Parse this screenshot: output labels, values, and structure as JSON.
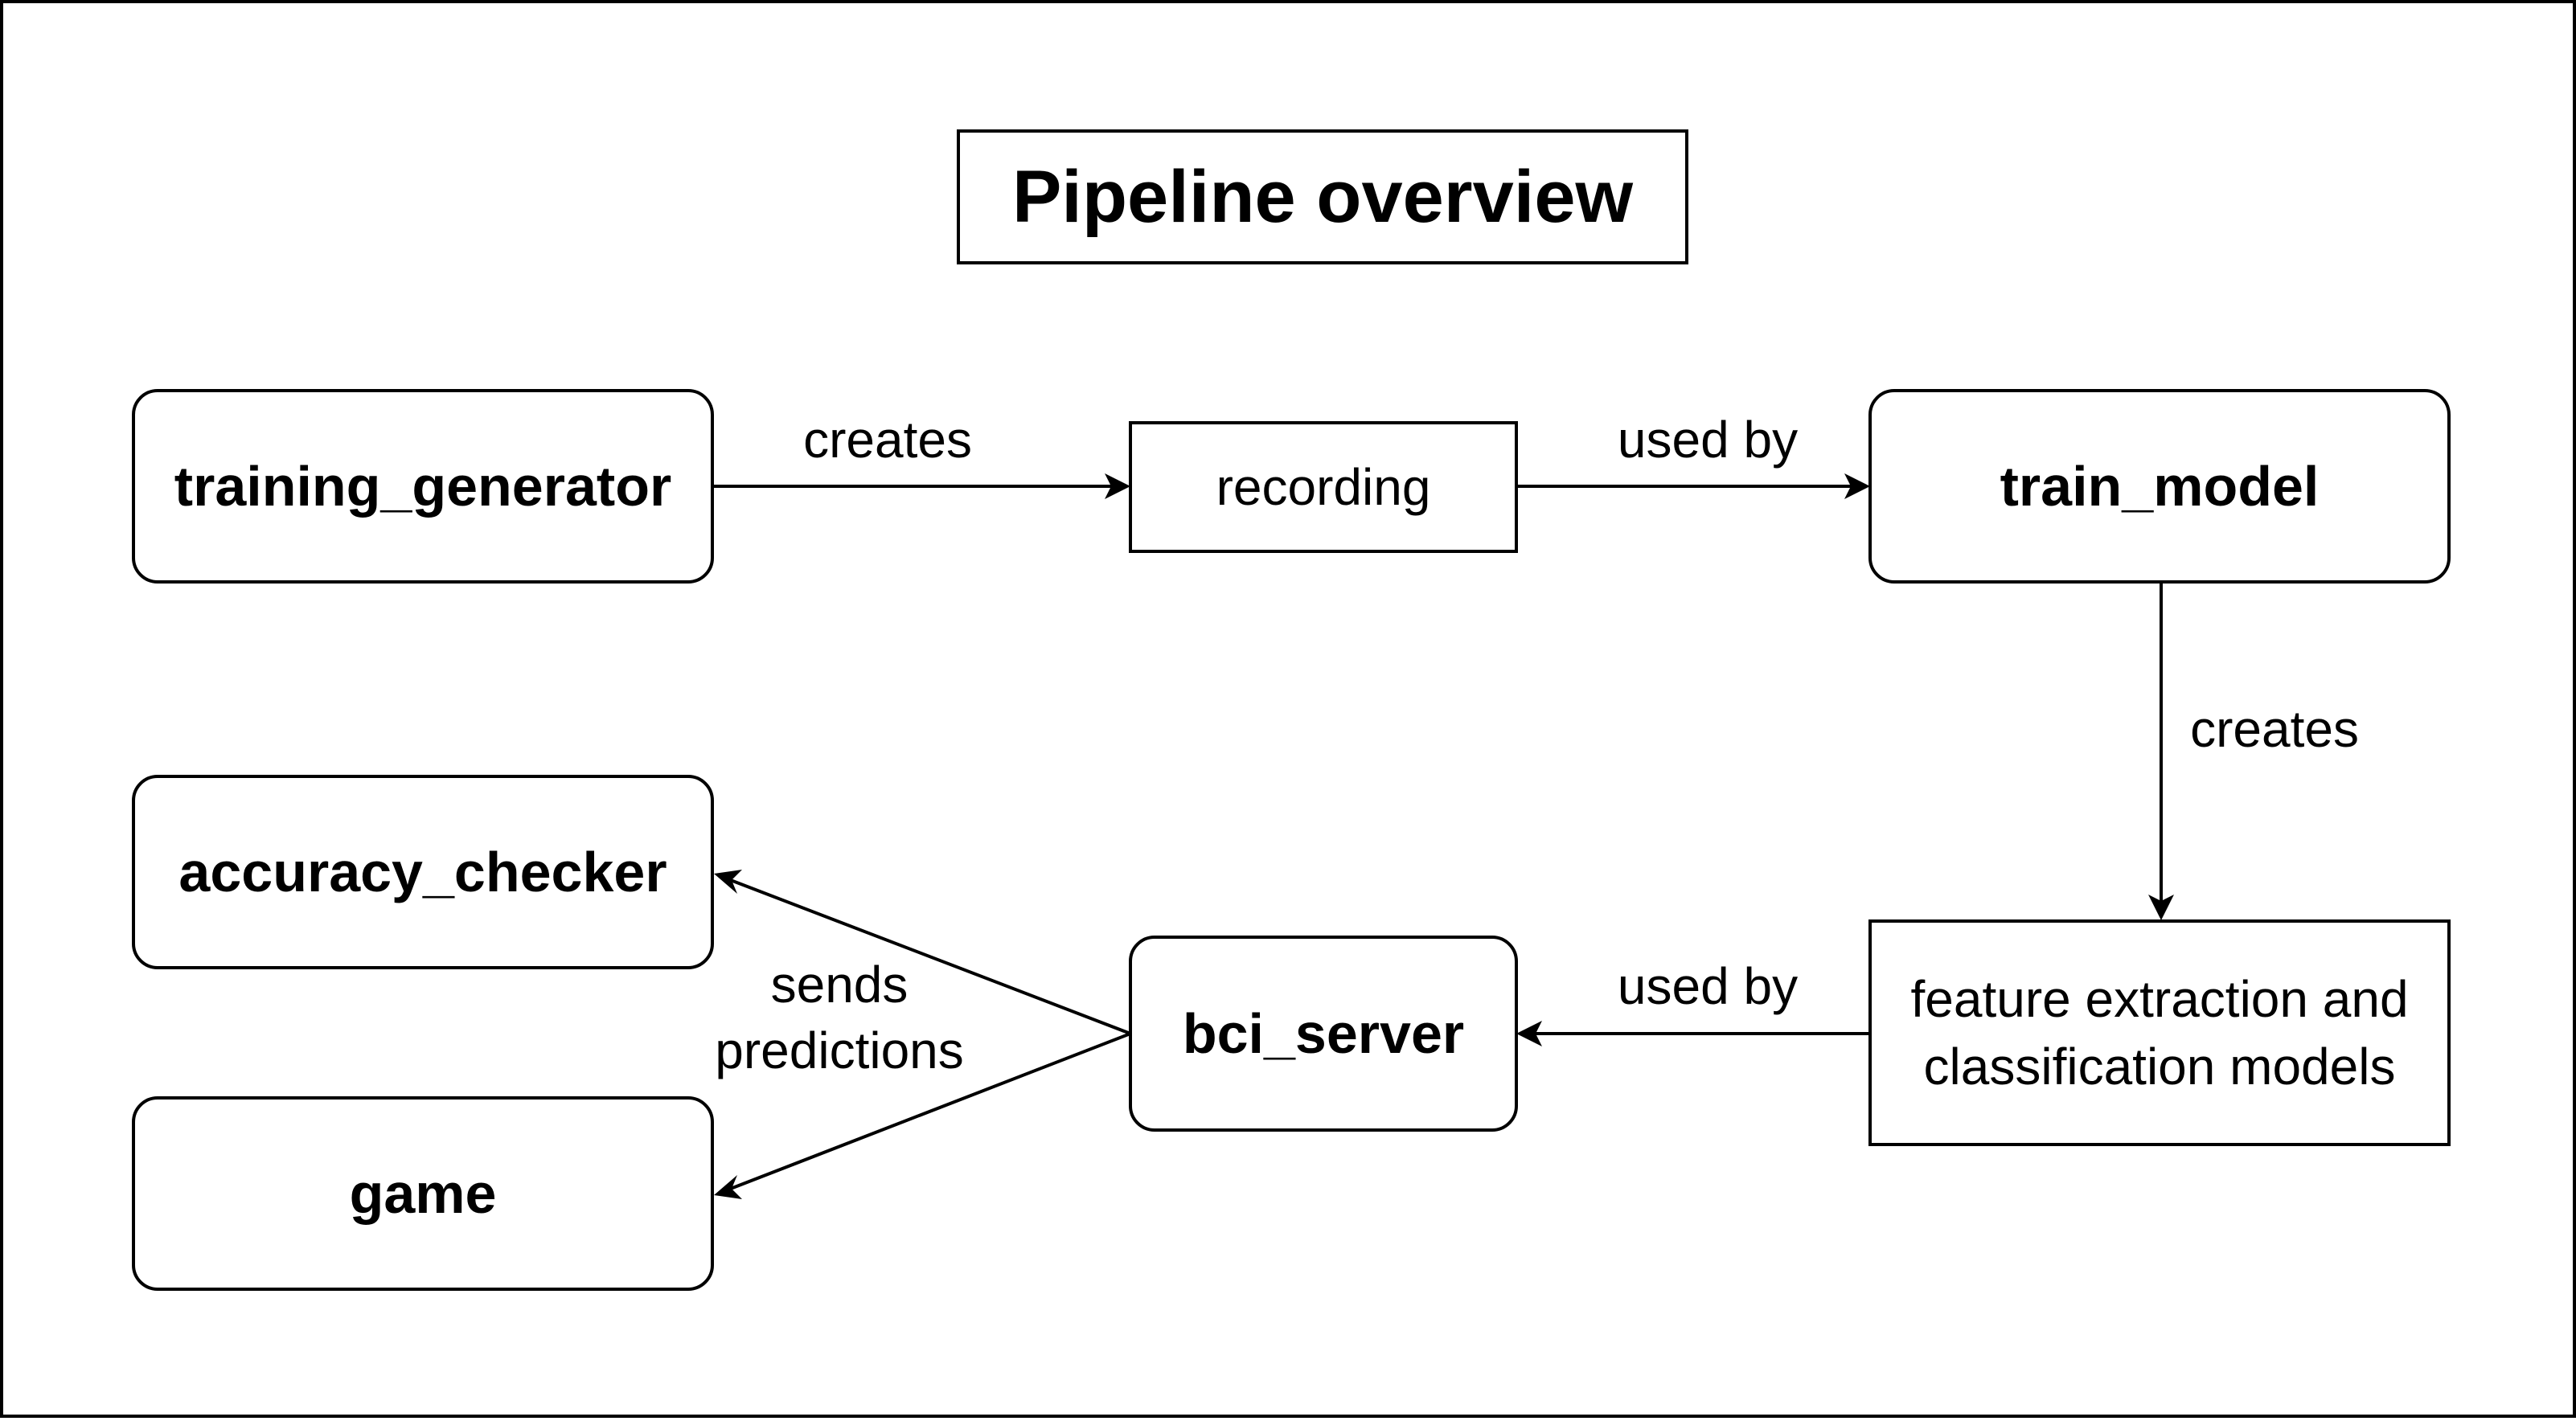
{
  "title": "Pipeline overview",
  "nodes": {
    "training_generator": "training_generator",
    "recording": "recording",
    "train_model": "train_model",
    "features_models": "feature extraction and classification models",
    "bci_server": "bci_server",
    "accuracy_checker": "accuracy_checker",
    "game": "game"
  },
  "edge_labels": {
    "generator_to_recording": "creates",
    "recording_to_train_model": "used by",
    "train_model_to_models": "creates",
    "models_to_bci_server": "used by",
    "bci_server_to_clients": "sends predictions"
  },
  "colors": {
    "stroke": "#000000",
    "fill": "#ffffff",
    "text": "#000000"
  }
}
